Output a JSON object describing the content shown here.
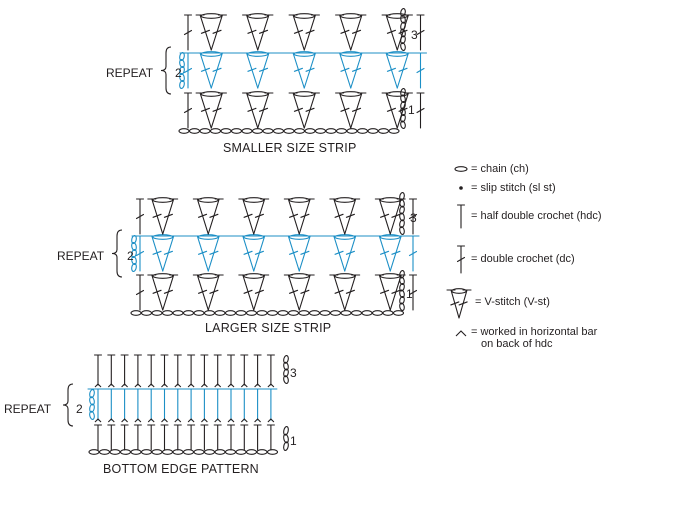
{
  "colors": {
    "ink": "#231f20",
    "accent": "#1c8fc6"
  },
  "charts": [
    {
      "id": "smaller-size-strip",
      "title": "SMALLER SIZE STRIP",
      "repeat_label": "REPEAT",
      "repeat_row": "2",
      "row_numbers": [
        "3",
        "1"
      ],
      "v_stitches_per_row": 5,
      "rows": 3
    },
    {
      "id": "larger-size-strip",
      "title": "LARGER SIZE STRIP",
      "repeat_label": "REPEAT",
      "repeat_row": "2",
      "row_numbers": [
        "3",
        "1"
      ],
      "v_stitches_per_row": 6,
      "rows": 3
    },
    {
      "id": "bottom-edge-pattern",
      "title": "BOTTOM EDGE PATTERN",
      "repeat_label": "REPEAT",
      "repeat_row": "2",
      "row_numbers": [
        "3",
        "1"
      ],
      "hdc_per_row": 14,
      "rows": 3
    }
  ],
  "legend": [
    {
      "symbol": "chain-icon",
      "text": "= chain (ch)"
    },
    {
      "symbol": "slip-stitch-icon",
      "text": "= slip stitch (sl st)"
    },
    {
      "symbol": "hdc-icon",
      "text": "= half double crochet (hdc)"
    },
    {
      "symbol": "dc-icon",
      "text": "= double crochet (dc)"
    },
    {
      "symbol": "v-stitch-icon",
      "text": "= V-stitch (V-st)"
    },
    {
      "symbol": "horizontal-bar-icon",
      "text": "= worked in horizontal bar",
      "text2": "on back of hdc"
    }
  ]
}
